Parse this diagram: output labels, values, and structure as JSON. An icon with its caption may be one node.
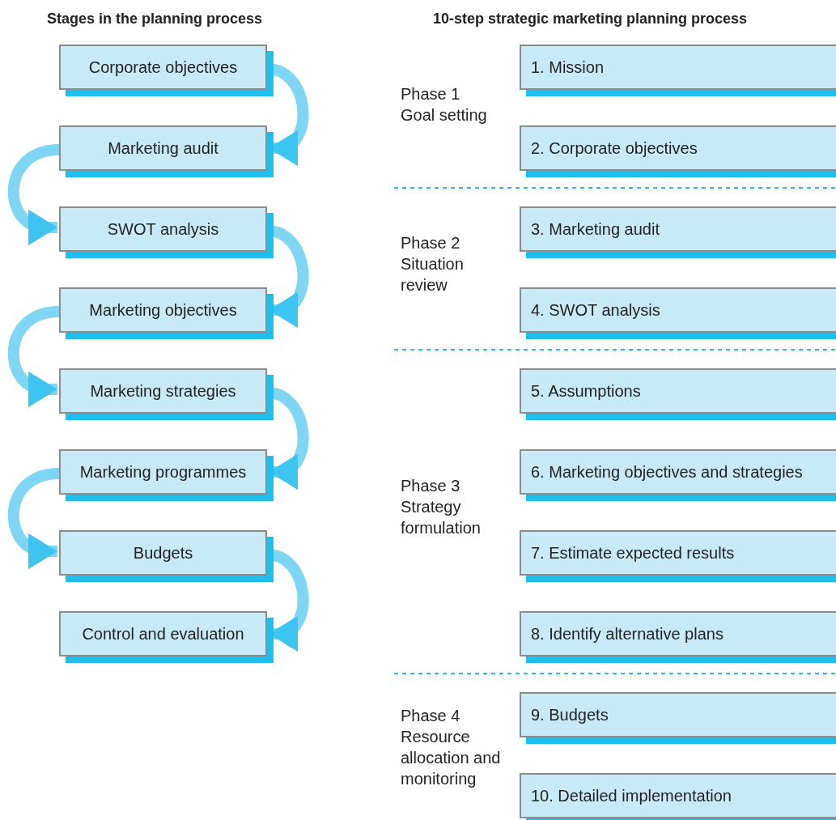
{
  "diagram": {
    "nodes": [
      {
        "text": [
          "Corporate objectives"
        ]
      },
      {
        "text": [
          "Marketing audit"
        ]
      },
      {
        "text": [
          "SWOT analysis"
        ]
      },
      {
        "text": [
          "Marketing objectives"
        ]
      },
      {
        "text": [
          "Marketing strategies"
        ]
      },
      {
        "text": [
          "Marketing programmes"
        ]
      },
      {
        "text": [
          "Budgets"
        ]
      },
      {
        "text": [
          "Control and evaluation"
        ]
      },
      {
        "text": [
          "1. Mission"
        ]
      },
      {
        "text": [
          "2. Corporate objectives"
        ]
      },
      {
        "text": [
          "3. Marketing audit"
        ]
      },
      {
        "text": [
          "4. SWOT analysis"
        ]
      },
      {
        "text": [
          "5. Assumptions"
        ]
      },
      {
        "text": [
          "6. Marketing objectives and strategies"
        ]
      },
      {
        "text": [
          "7. Estimate expected results"
        ]
      },
      {
        "text": [
          "8. Identify alternative plans"
        ]
      },
      {
        "text": [
          "9. Budgets"
        ]
      },
      {
        "text": [
          "10. Detailed implementation"
        ]
      }
    ],
    "edges": [
      {
        "from": 0,
        "to": 1,
        "arrow": "to"
      },
      {
        "from": 1,
        "to": 2,
        "arrow": "to"
      },
      {
        "from": 2,
        "to": 3,
        "arrow": "to"
      },
      {
        "from": 3,
        "to": 4,
        "arrow": "to"
      },
      {
        "from": 4,
        "to": 5,
        "arrow": "to"
      },
      {
        "from": 5,
        "to": 6,
        "arrow": "to"
      },
      {
        "from": 6,
        "to": 7,
        "arrow": "to"
      }
    ],
    "labels": [
      "Stages in the planning process",
      "10-step strategic marketing planning process",
      "Phase 1",
      "Goal setting",
      "Phase 2",
      "Situation review",
      "Phase 3",
      "Strategy formulation",
      "Phase 4",
      "Resource allocation and monitoring"
    ]
  }
}
